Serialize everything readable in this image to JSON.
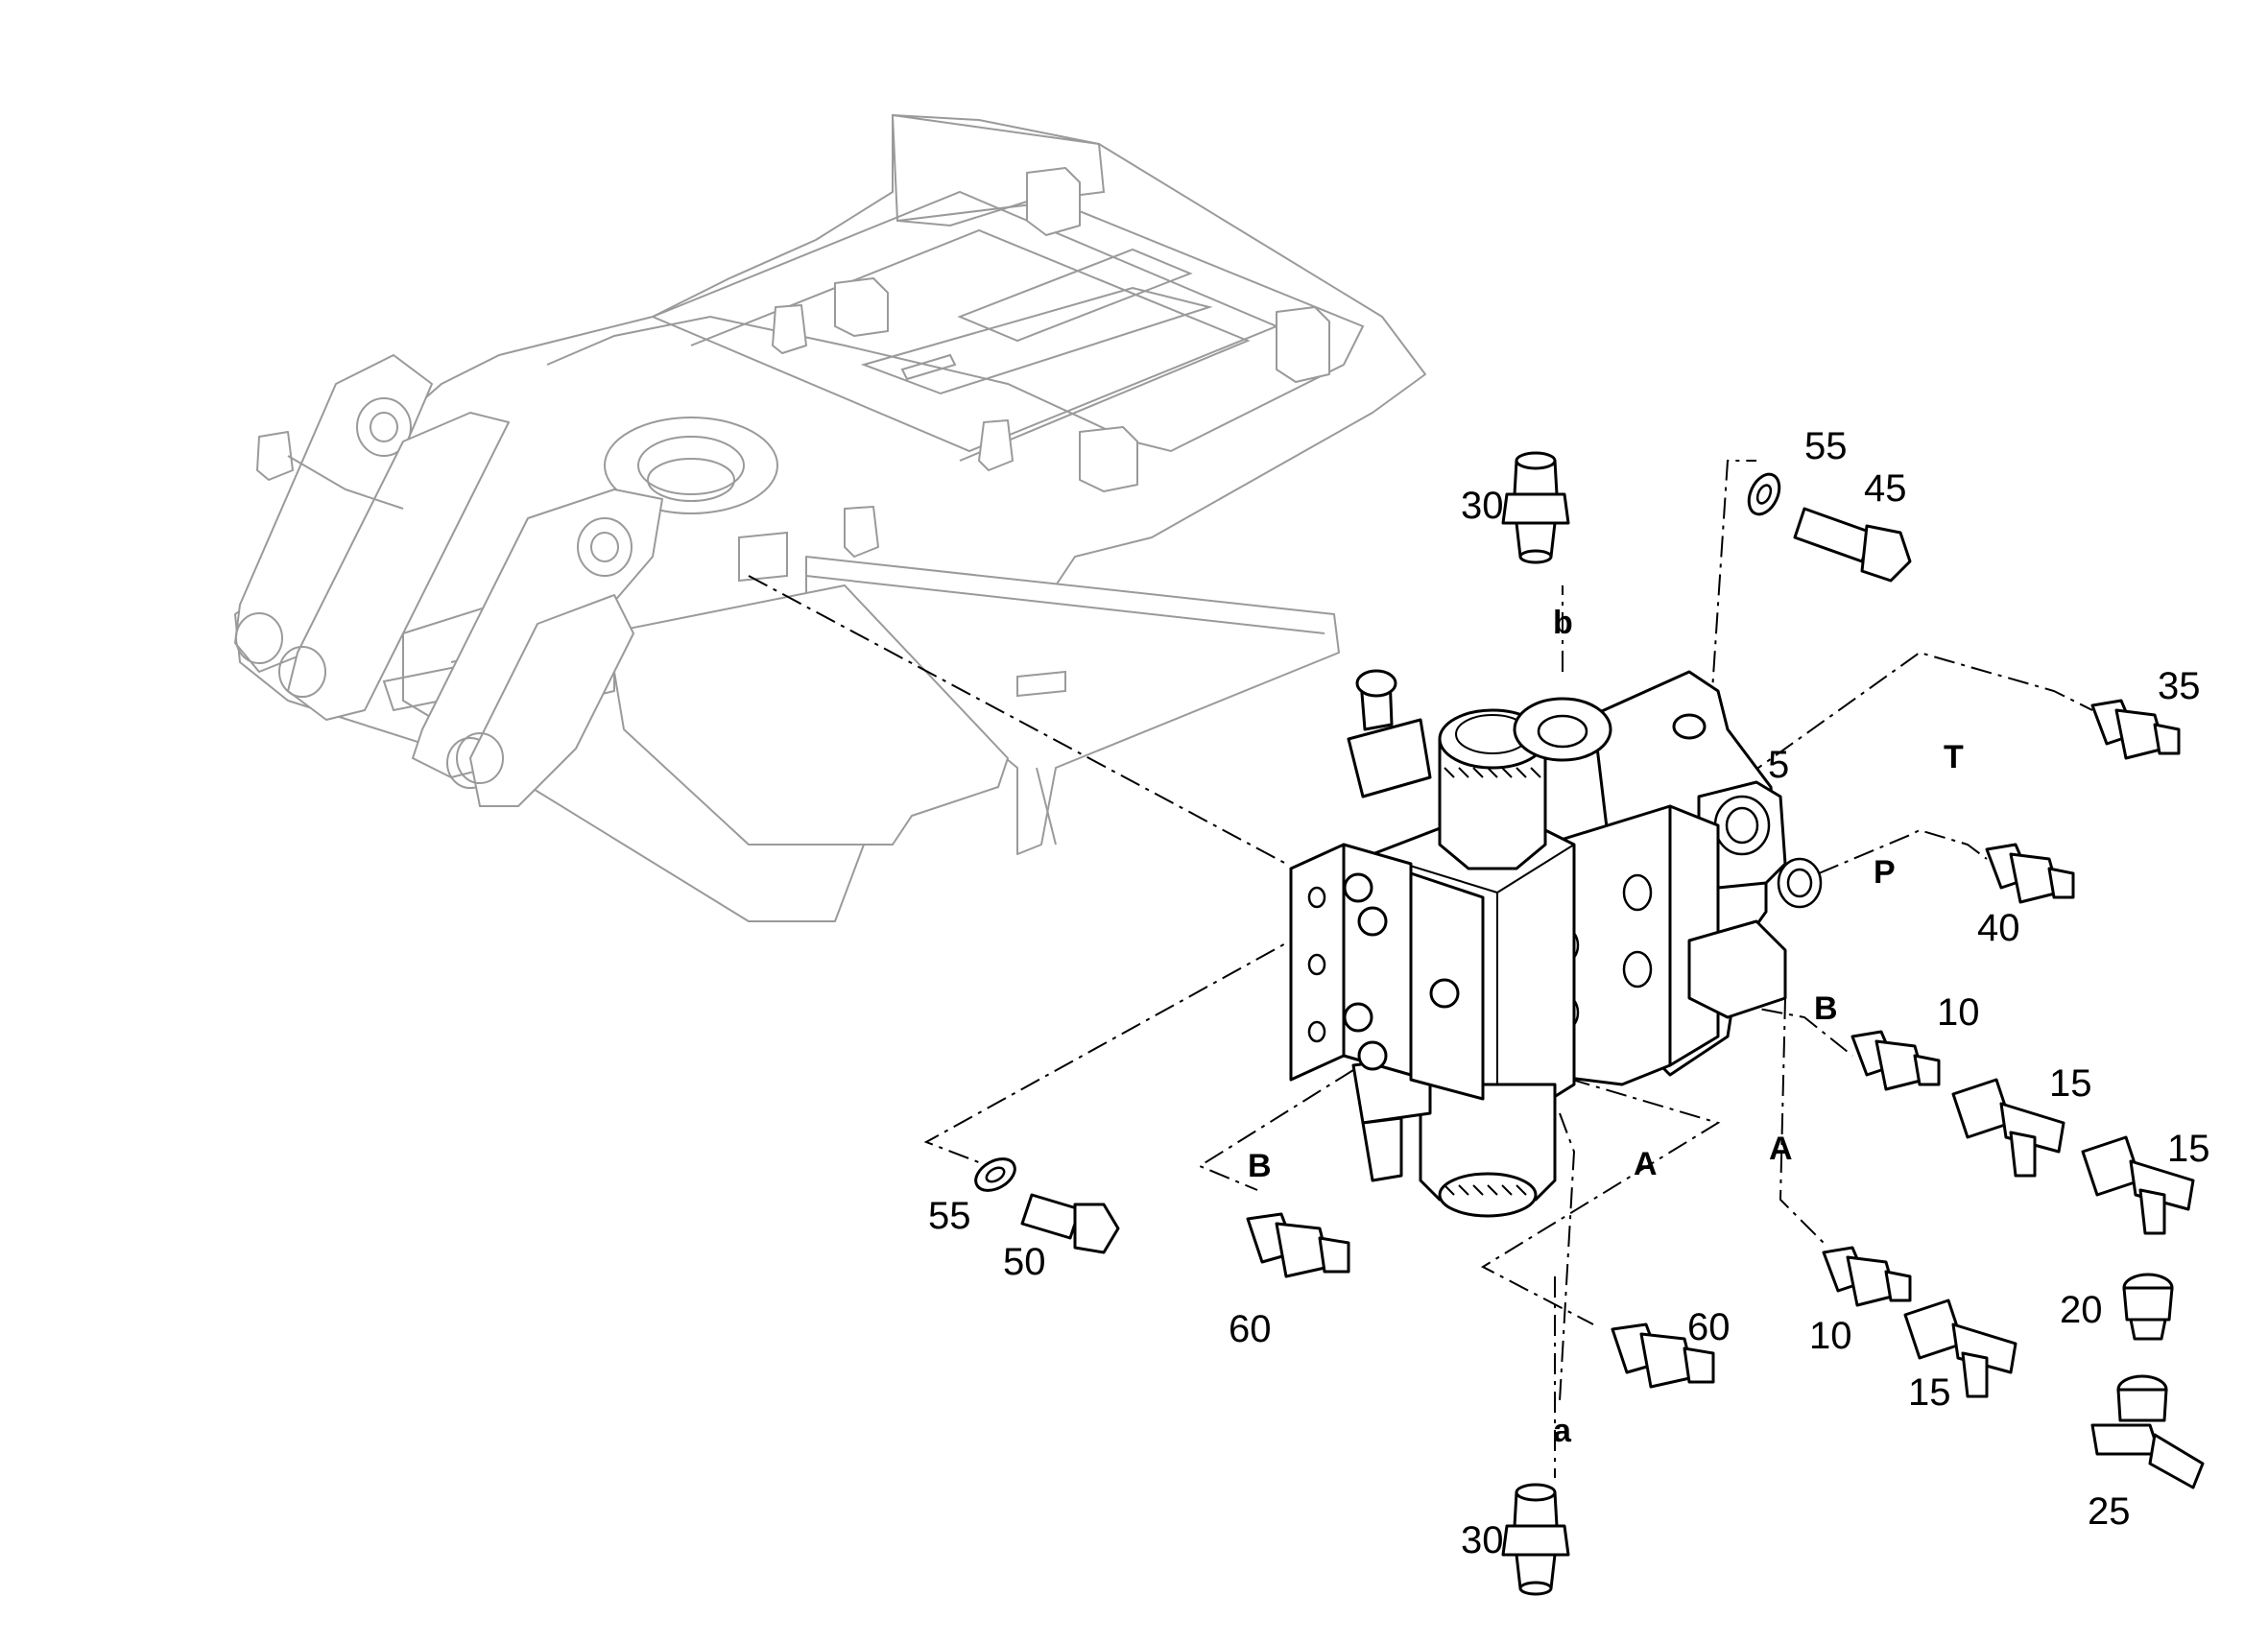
{
  "callouts": {
    "c5": "5",
    "c30_top": "30",
    "c30_bottom": "30",
    "c55_top": "55",
    "c45": "45",
    "c35": "35",
    "c40": "40",
    "c10_upper": "10",
    "c15_a": "15",
    "c15_b": "15",
    "c20": "20",
    "c25": "25",
    "c15_c": "15",
    "c10_lower": "10",
    "c60_right": "60",
    "c60_left": "60",
    "c55_bottom": "55",
    "c50": "50"
  },
  "ports": {
    "b_upper": "b",
    "a_lower": "a",
    "T": "T",
    "P": "P",
    "B_right": "B",
    "A_right": "A",
    "A_center": "A",
    "B_left": "B"
  },
  "colors": {
    "part_stroke": "#000000",
    "frame_stroke": "#9a9a9a",
    "background": "#ffffff"
  }
}
